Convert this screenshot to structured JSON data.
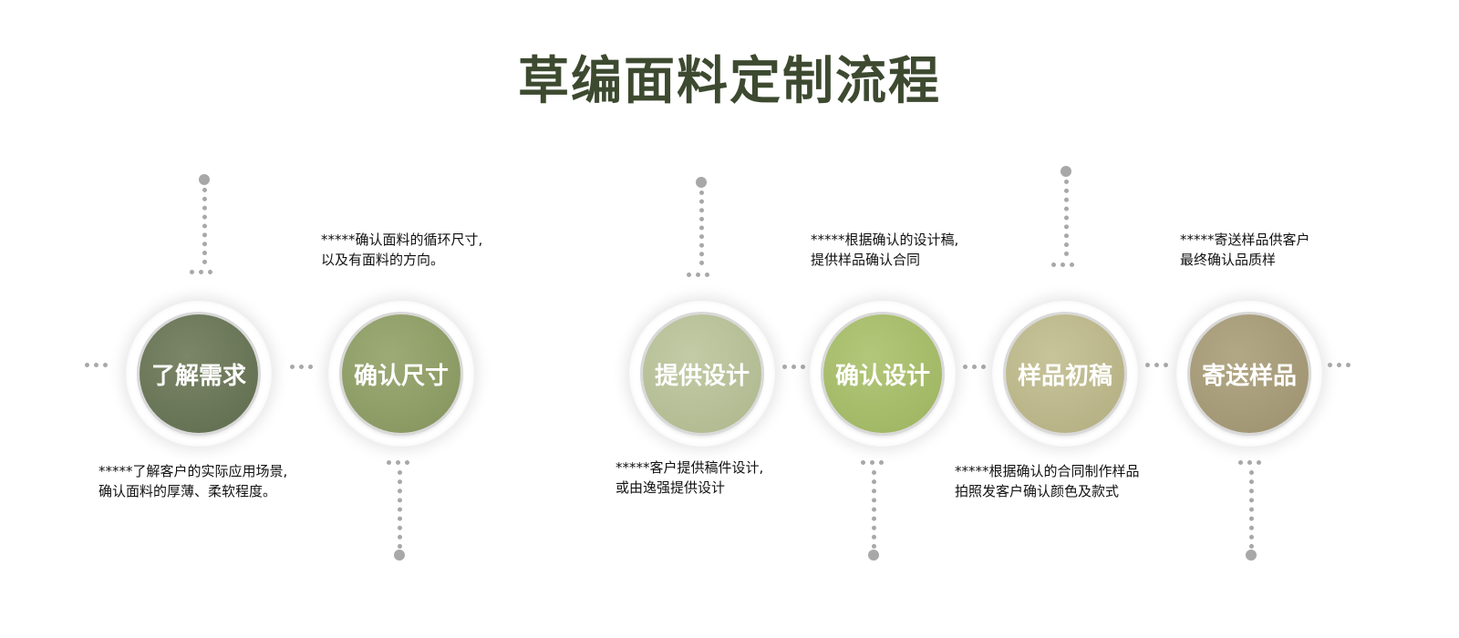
{
  "title": "草编面料定制流程",
  "colors": {
    "title": "#3d4a30",
    "connector": "#a8a8a8",
    "step_fills": [
      "#6a7658",
      "#8f9e68",
      "#b7bf98",
      "#a7bc69",
      "#bdb88a",
      "#a79c7a"
    ]
  },
  "steps": [
    {
      "label": "了解需求",
      "note": [
        "*****了解客户的实际应用场景,",
        "确认面料的厚薄、柔软程度。"
      ]
    },
    {
      "label": "确认尺寸",
      "note": [
        "*****确认面料的循环尺寸,",
        "以及有面料的方向。"
      ]
    },
    {
      "label": "提供设计",
      "note": [
        "*****客户提供稿件设计,",
        "或由逸强提供设计"
      ]
    },
    {
      "label": "确认设计",
      "note": [
        "*****根据确认的设计稿,",
        "提供样品确认合同"
      ]
    },
    {
      "label": "样品初稿",
      "note": [
        "*****根据确认的合同制作样品",
        "拍照发客户确认颜色及款式"
      ]
    },
    {
      "label": "寄送样品",
      "note": [
        "*****寄送样品供客户",
        "最终确认品质样"
      ]
    }
  ]
}
